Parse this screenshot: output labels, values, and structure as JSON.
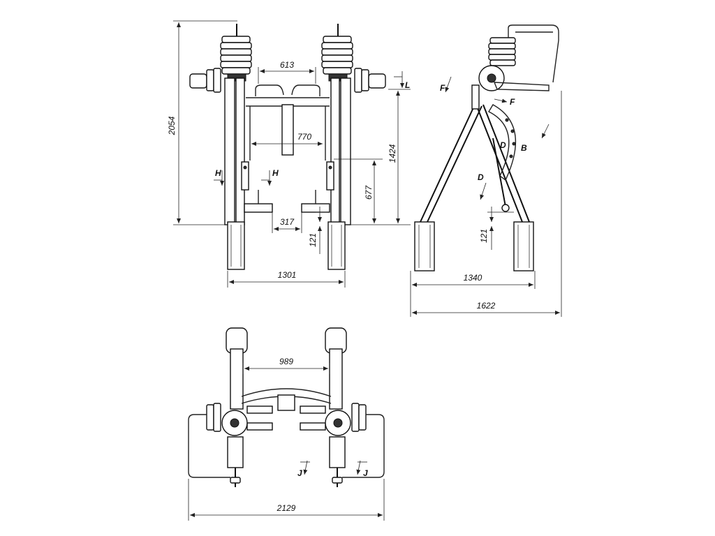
{
  "drawing": {
    "front_view": {
      "dims": {
        "height_total": "2054",
        "handle_span": "613",
        "inner_width": "770",
        "height_handles": "1424",
        "height_seat": "677",
        "foot_span": "317",
        "post_height": "121",
        "base_width": "1301"
      },
      "markers": {
        "h_left": "H",
        "h_right": "H",
        "l_right": "L"
      }
    },
    "side_view": {
      "dims": {
        "post_height": "121",
        "base_span": "1340",
        "total_length": "1622"
      },
      "markers": {
        "f_top": "F",
        "f_mid": "F",
        "d_upper": "D",
        "d_lower": "D",
        "b": "B"
      }
    },
    "top_view": {
      "dims": {
        "post_span": "989",
        "total_width": "2129"
      },
      "markers": {
        "j_left": "J",
        "j_right": "J"
      }
    }
  }
}
